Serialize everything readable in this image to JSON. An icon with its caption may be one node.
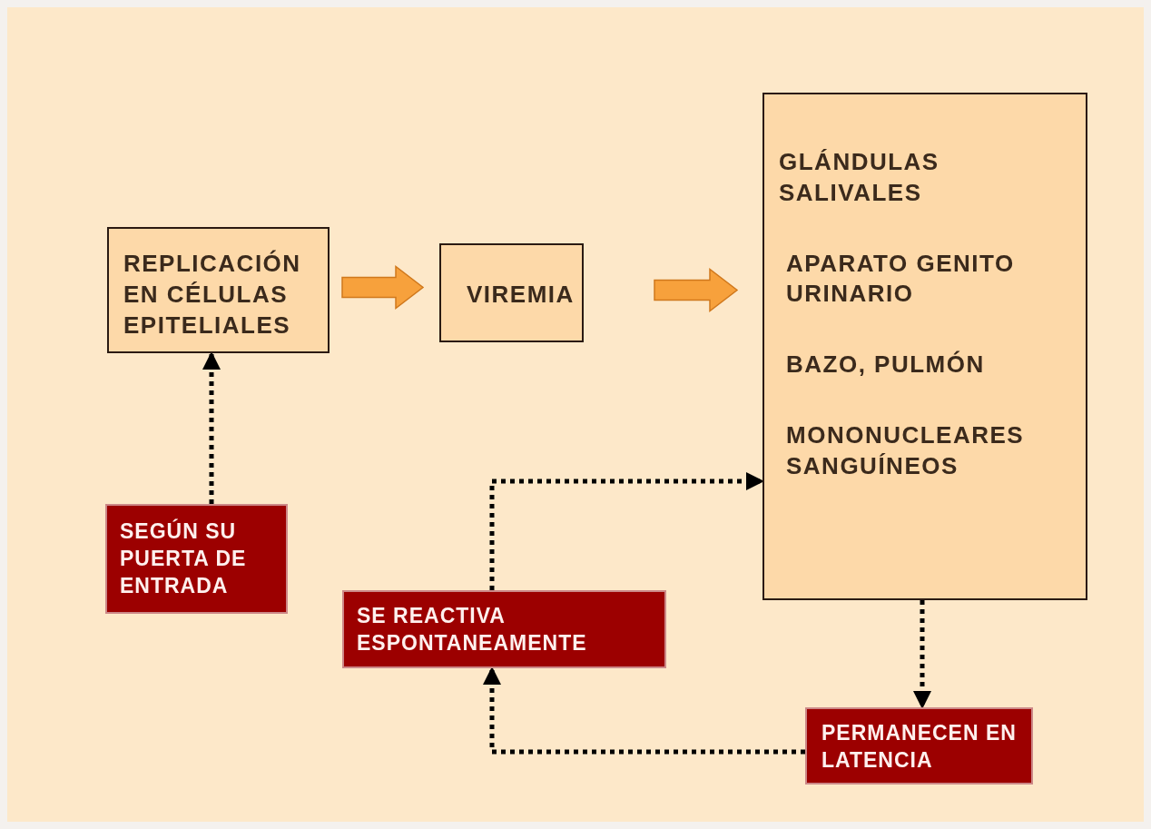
{
  "diagram": {
    "nodes": [
      {
        "text": [
          "REPLICACIÓN EN CÉLULAS EPITELIALES"
        ]
      },
      {
        "text": [
          "VIREMIA"
        ]
      },
      {
        "text": [
          "GLÁNDULAS SALIVALES",
          "APARATO GENITO URINARIO",
          "BAZO, PULMÓN",
          "MONONUCLEARES SANGUÍNEOS"
        ]
      },
      {
        "text": [
          "SEGÚN SU PUERTA DE ENTRADA"
        ]
      },
      {
        "text": [
          "SE REACTIVA ESPONTANEAMENTE"
        ]
      },
      {
        "text": [
          "PERMANECEN EN LATENCIA"
        ]
      }
    ],
    "edges": [
      {
        "from": 0,
        "to": 1,
        "arrow": "to",
        "style": "thick",
        "color": "#f7a13c"
      },
      {
        "from": 1,
        "to": 2,
        "arrow": "to",
        "style": "thick",
        "color": "#f7a13c"
      },
      {
        "from": 3,
        "to": 0,
        "arrow": "to"
      },
      {
        "from": 4,
        "to": 2,
        "arrow": "to"
      },
      {
        "from": 2,
        "to": 5,
        "arrow": "to"
      },
      {
        "from": 5,
        "to": 4,
        "arrow": "to"
      }
    ]
  }
}
